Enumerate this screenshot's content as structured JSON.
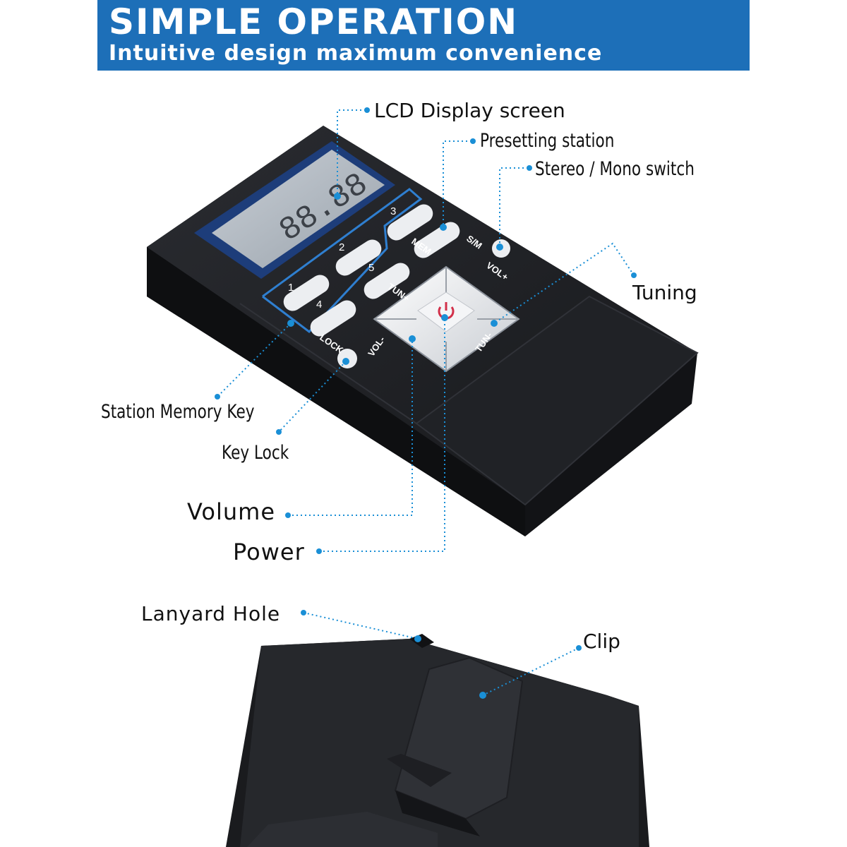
{
  "banner": {
    "title": "SIMPLE OPERATION",
    "subtitle": "Intuitive design maximum convenience",
    "color": "#1d6fb8"
  },
  "callouts": {
    "lcd": "LCD Display screen",
    "presetting": "Presetting station",
    "stereo_mono": "Stereo / Mono switch",
    "tuning": "Tuning",
    "station_memory": "Station Memory Key",
    "key_lock": "Key Lock",
    "volume": "Volume",
    "power": "Power",
    "lanyard": "Lanyard Hole",
    "clip": "Clip"
  },
  "device": {
    "lcd_digits": "88.88",
    "keys": [
      "1",
      "2",
      "3",
      "4",
      "5"
    ],
    "mem_label": "MEM",
    "sm_label": "S/M",
    "lock_label": "LOCK",
    "vol_plus": "VOL+",
    "vol_minus": "VOL-",
    "tun_plus": "TUN+",
    "tun_minus": "TUN-",
    "power_icon": "power-icon"
  },
  "colors": {
    "leader": "#1a8fd6",
    "body": "#1c1e22",
    "accent_blue": "#2f7fd0",
    "power_red": "#d2304a"
  }
}
